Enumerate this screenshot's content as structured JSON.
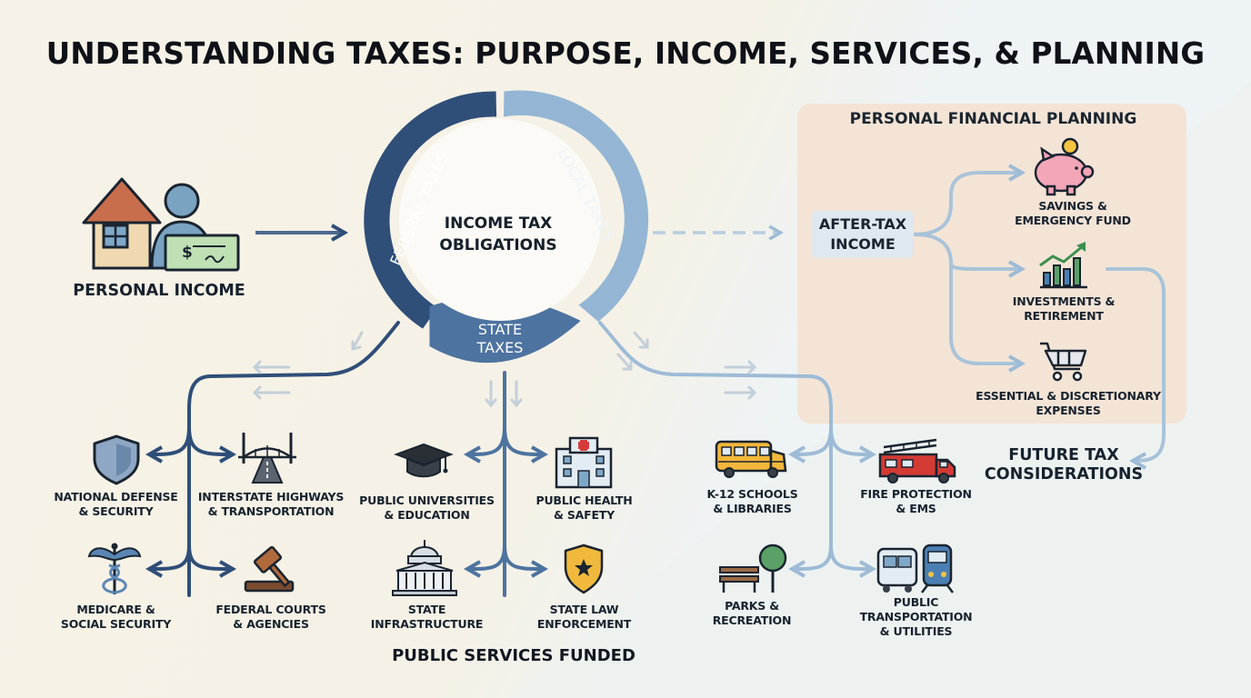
{
  "title": "UNDERSTANDING TAXES: PURPOSE, INCOME, SERVICES, & PLANNING",
  "personal_income": "PERSONAL INCOME",
  "ring": {
    "center": [
      "INCOME TAX",
      "OBLIGATIONS"
    ],
    "federal": "FEDERAL TAXES",
    "local": "LOCAL TAXES",
    "state": [
      "STATE",
      "TAXES"
    ]
  },
  "planning": {
    "title": "PERSONAL FINANCIAL PLANNING",
    "after_tax": [
      "AFTER-TAX",
      "INCOME"
    ],
    "savings": [
      "SAVINGS &",
      "EMERGENCY FUND"
    ],
    "investments": [
      "INVESTMENTS &",
      "RETIREMENT"
    ],
    "expenses": [
      "ESSENTIAL & DISCRETIONARY",
      "EXPENSES"
    ],
    "future": [
      "FUTURE TAX",
      "CONSIDERATIONS"
    ]
  },
  "federal_services": {
    "defense": [
      "NATIONAL DEFENSE",
      "& SECURITY"
    ],
    "highways": [
      "INTERSTATE HIGHWAYS",
      "& TRANSPORTATION"
    ],
    "medicare": [
      "MEDICARE &",
      "SOCIAL SECURITY"
    ],
    "courts": [
      "FEDERAL COURTS",
      "& AGENCIES"
    ]
  },
  "state_services": {
    "universities": [
      "PUBLIC UNIVERSITIES",
      "& EDUCATION"
    ],
    "health": [
      "PUBLIC HEALTH",
      "& SAFETY"
    ],
    "infrastructure": [
      "STATE",
      "INFRASTRUCTURE"
    ],
    "law": [
      "STATE LAW",
      "ENFORCEMENT"
    ]
  },
  "local_services": {
    "schools": [
      "K-12 SCHOOLS",
      "& LIBRARIES"
    ],
    "fire": [
      "FIRE PROTECTION",
      "& EMS"
    ],
    "parks": [
      "PARKS &",
      "RECREATION"
    ],
    "transport": [
      "PUBLIC",
      "TRANSPORTATION",
      "& UTILITIES"
    ]
  },
  "footer": "PUBLIC SERVICES FUNDED",
  "colors": {
    "federal": "#2f4e78",
    "state": "#4d73a0",
    "local": "#94b6d4",
    "connector_light": "#a8c3d9",
    "panel": "#f3e4d6"
  }
}
